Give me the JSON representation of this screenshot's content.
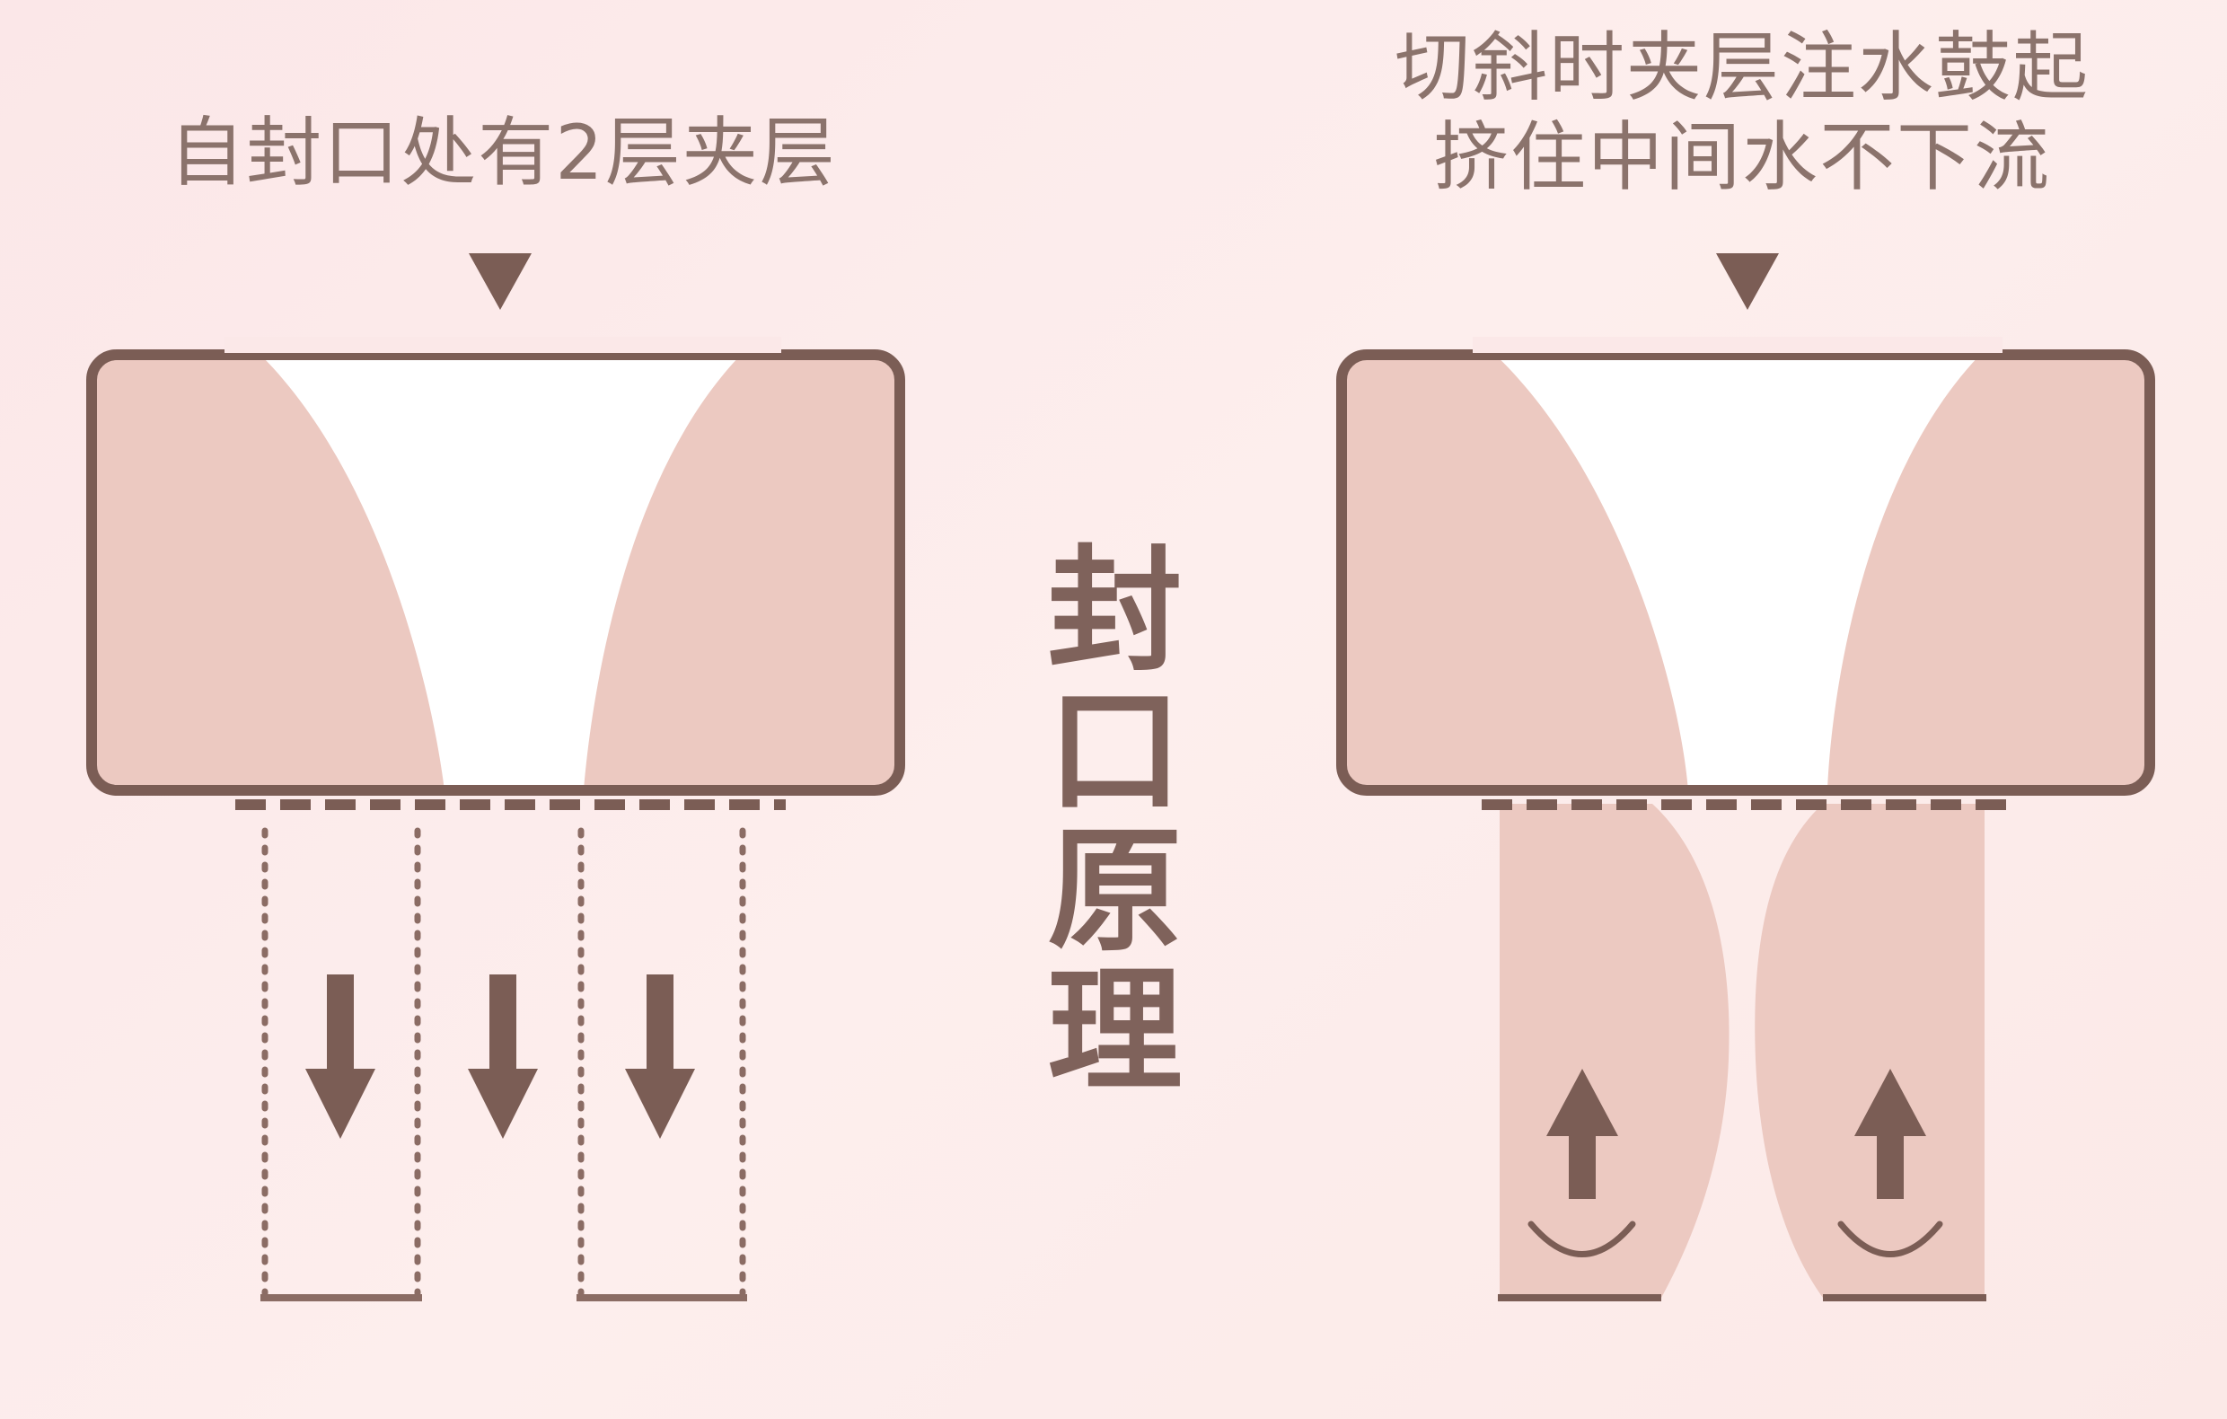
{
  "left_panel": {
    "caption": "自封口处有2层夹层"
  },
  "right_panel": {
    "caption_lines": [
      "切斜时夹层注水鼓起",
      "挤住中间水不下流"
    ]
  },
  "center_title": "封口原理",
  "colors": {
    "background": "#fbe8e8",
    "fill": "#ecc9c1",
    "stroke": "#7b5d55",
    "text": "#8b736c",
    "funnel": "#ffffff"
  },
  "icons": {
    "pointer": "triangle-down",
    "flow_down": "arrow-down",
    "flow_up": "arrow-up",
    "swirl": "arc"
  }
}
